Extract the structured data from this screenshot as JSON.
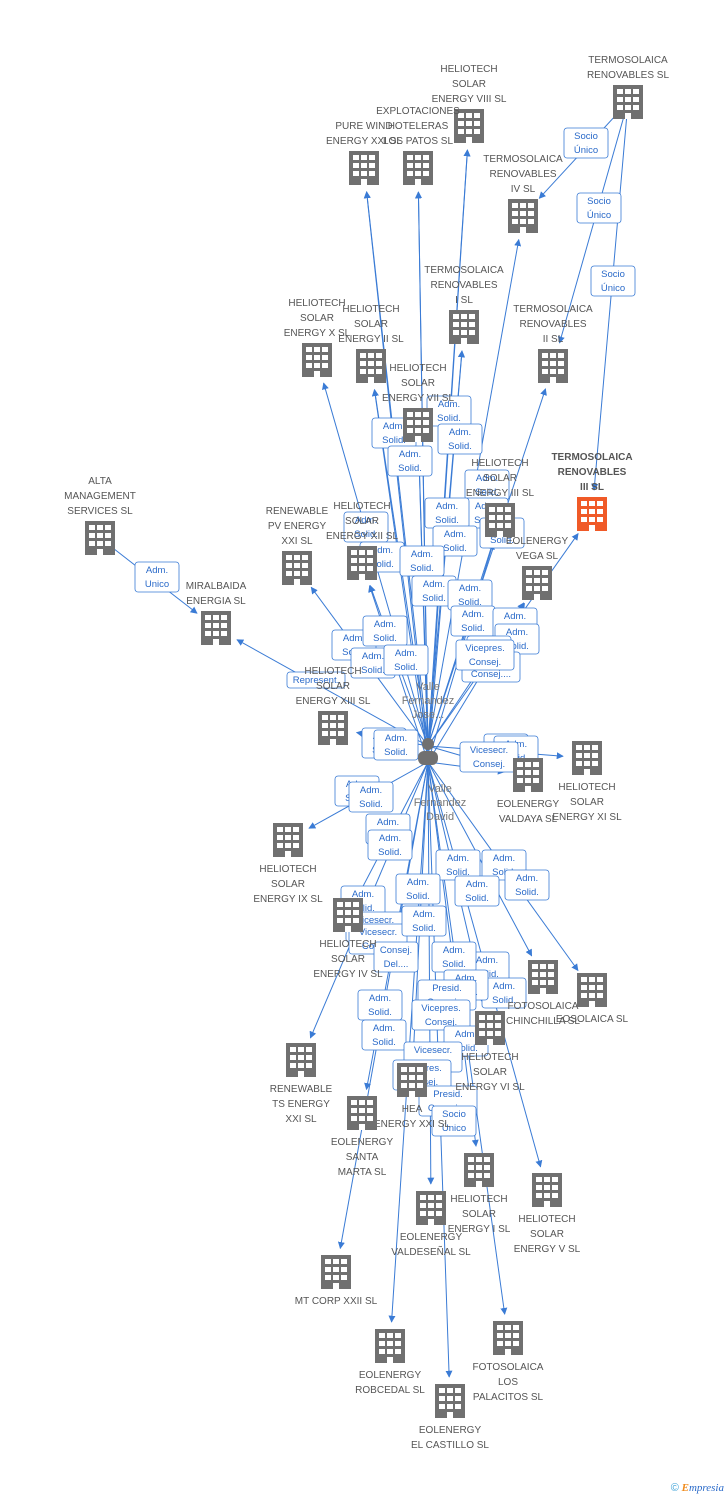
{
  "colors": {
    "edge": "#3a7bd5",
    "company": "#707070",
    "focus": "#f05a28",
    "label_text": "#555555"
  },
  "people": [
    {
      "id": "p1",
      "lines": [
        "Valle",
        "Fernandez",
        "Jose..."
      ]
    },
    {
      "id": "p2",
      "lines": [
        "Valle",
        "Fernandez",
        "David"
      ]
    }
  ],
  "companies": [
    {
      "id": "c_tsr",
      "lines": [
        "TERMOSOLAICA",
        "RENOVABLES SL"
      ]
    },
    {
      "id": "c_h8",
      "lines": [
        "HELIOTECH",
        "SOLAR",
        "ENERGY VIII SL"
      ]
    },
    {
      "id": "c_exp",
      "lines": [
        "EXPLOTACIONES",
        "HOTELERAS",
        "LOS PATOS SL"
      ]
    },
    {
      "id": "c_pw",
      "lines": [
        "PURE WIND",
        "ENERGY XXI SL"
      ]
    },
    {
      "id": "c_ts4",
      "lines": [
        "TERMOSOLAICA",
        "RENOVABLES",
        "IV SL"
      ]
    },
    {
      "id": "c_ts1",
      "lines": [
        "TERMOSOLAICA",
        "RENOVABLES",
        "I SL"
      ]
    },
    {
      "id": "c_ts2",
      "lines": [
        "TERMOSOLAICA",
        "RENOVABLES",
        "II SL"
      ]
    },
    {
      "id": "c_ts3",
      "lines": [
        "TERMOSOLAICA",
        "RENOVABLES",
        "III SL"
      ],
      "focus": true
    },
    {
      "id": "c_h10",
      "lines": [
        "HELIOTECH",
        "SOLAR",
        "ENERGY X SL"
      ]
    },
    {
      "id": "c_h2",
      "lines": [
        "HELIOTECH",
        "SOLAR",
        "ENERGY II SL"
      ]
    },
    {
      "id": "c_h7",
      "lines": [
        "HELIOTECH",
        "SOLAR",
        "ENERGY VII SL"
      ]
    },
    {
      "id": "c_h3",
      "lines": [
        "HELIOTECH",
        "SOLAR",
        "ENERGY III SL"
      ]
    },
    {
      "id": "c_alta",
      "lines": [
        "ALTA",
        "MANAGEMENT",
        "SERVICES SL"
      ]
    },
    {
      "id": "c_mir",
      "lines": [
        "MIRALBAIDA",
        "ENERGIA SL"
      ]
    },
    {
      "id": "c_rpv",
      "lines": [
        "RENEWABLE",
        "PV ENERGY",
        "XXI SL"
      ]
    },
    {
      "id": "c_h12",
      "lines": [
        "HELIOTECH",
        "SOLAR",
        "ENERGY XII SL"
      ]
    },
    {
      "id": "c_eove",
      "lines": [
        "EOLENERGY",
        "VEGA SL"
      ]
    },
    {
      "id": "c_h13",
      "lines": [
        "HELIOTECH",
        "SOLAR",
        "ENERGY XIII SL"
      ]
    },
    {
      "id": "c_eova",
      "lines": [
        "EOLENERGY",
        "VALDAYA SL"
      ]
    },
    {
      "id": "c_h11",
      "lines": [
        "HELIOTECH",
        "SOLAR",
        "ENERGY XI SL"
      ]
    },
    {
      "id": "c_h9",
      "lines": [
        "HELIOTECH",
        "SOLAR",
        "ENERGY IX SL"
      ]
    },
    {
      "id": "c_h4",
      "lines": [
        "HELIOTECH",
        "SOLAR",
        "ENERGY IV SL"
      ]
    },
    {
      "id": "c_fch",
      "lines": [
        "FOTOSOLAICA",
        "CHINCHILLA SL"
      ]
    },
    {
      "id": "c_eos",
      "lines": [
        "EOSOLAICA SL"
      ]
    },
    {
      "id": "c_h6",
      "lines": [
        "HELIOTECH",
        "SOLAR",
        "ENERGY VI SL"
      ]
    },
    {
      "id": "c_rts",
      "lines": [
        "RENEWABLE",
        "TS ENERGY",
        "XXI SL"
      ]
    },
    {
      "id": "c_hea",
      "lines": [
        "HEA",
        "ENERGY XXI SL"
      ]
    },
    {
      "id": "c_eosm",
      "lines": [
        "EOLENERGY",
        "SANTA",
        "MARTA SL"
      ]
    },
    {
      "id": "c_h1",
      "lines": [
        "HELIOTECH",
        "SOLAR",
        "ENERGY I SL"
      ]
    },
    {
      "id": "c_h5",
      "lines": [
        "HELIOTECH",
        "SOLAR",
        "ENERGY V SL"
      ]
    },
    {
      "id": "c_eovl",
      "lines": [
        "EOLENERGY",
        "VALDESEÑAL SL"
      ]
    },
    {
      "id": "c_mt",
      "lines": [
        "MT CORP XXII SL"
      ]
    },
    {
      "id": "c_eoro",
      "lines": [
        "EOLENERGY",
        "ROBCEDAL SL"
      ]
    },
    {
      "id": "c_fpal",
      "lines": [
        "FOTOSOLAICA",
        "LOS",
        "PALACITOS SL"
      ]
    },
    {
      "id": "c_eoca",
      "lines": [
        "EOLENERGY",
        "EL CASTILLO SL"
      ]
    }
  ],
  "edge_labels": [
    [
      "Socio",
      "Único"
    ],
    [
      "Socio",
      "Único"
    ],
    [
      "Socio",
      "Único"
    ],
    [
      "Adm.",
      "Unico"
    ],
    [
      "Represent."
    ],
    [
      "Adm.",
      "Solid."
    ],
    [
      "Vicesecr.",
      "Consej."
    ],
    [
      "Presid.",
      "Consej...."
    ],
    [
      "Vicepres.",
      "Consej."
    ],
    [
      "Consej.",
      "Del...."
    ],
    [
      "Socio",
      "Único"
    ]
  ],
  "footer": {
    "copyright": "©",
    "brand_first": "E",
    "brand_rest": "mpresia"
  }
}
